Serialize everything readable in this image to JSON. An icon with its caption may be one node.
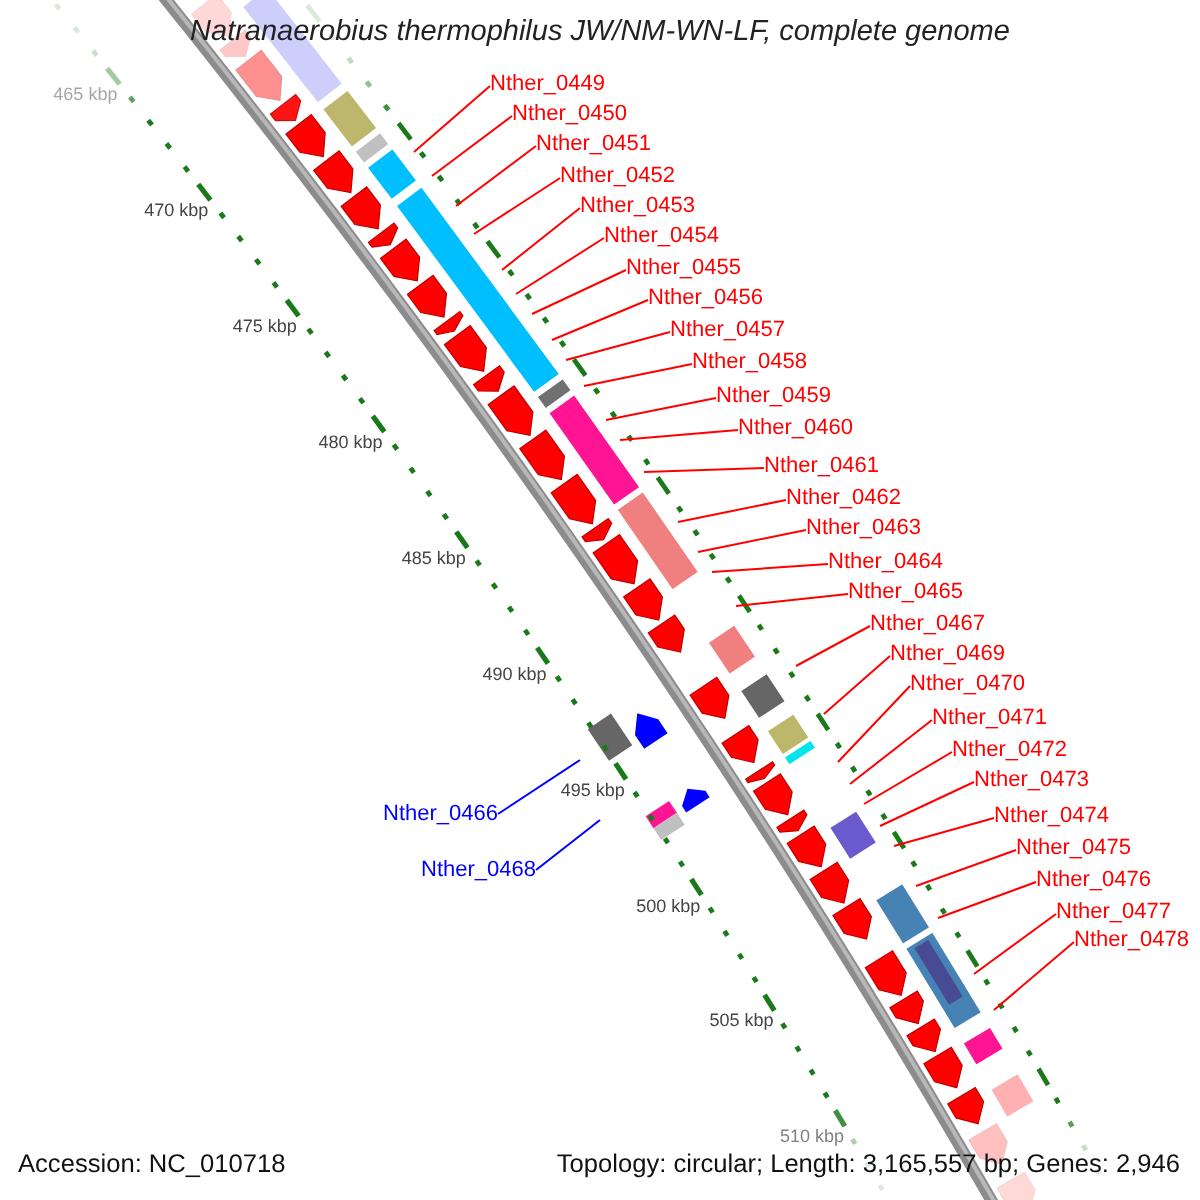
{
  "diagram": {
    "title": "Natranaerobius thermophilus JW/NM-WN-LF, complete genome",
    "nodes": [
      {
        "text": [
          "Nther_0449"
        ]
      },
      {
        "text": [
          "Nther_0450"
        ]
      },
      {
        "text": [
          "Nther_0451"
        ]
      },
      {
        "text": [
          "Nther_0452"
        ]
      },
      {
        "text": [
          "Nther_0453"
        ]
      },
      {
        "text": [
          "Nther_0454"
        ]
      },
      {
        "text": [
          "Nther_0455"
        ]
      },
      {
        "text": [
          "Nther_0456"
        ]
      },
      {
        "text": [
          "Nther_0457"
        ]
      },
      {
        "text": [
          "Nther_0458"
        ]
      },
      {
        "text": [
          "Nther_0459"
        ]
      },
      {
        "text": [
          "Nther_0460"
        ]
      },
      {
        "text": [
          "Nther_0461"
        ]
      },
      {
        "text": [
          "Nther_0462"
        ]
      },
      {
        "text": [
          "Nther_0463"
        ]
      },
      {
        "text": [
          "Nther_0464"
        ]
      },
      {
        "text": [
          "Nther_0465"
        ]
      },
      {
        "text": [
          "Nther_0467"
        ]
      },
      {
        "text": [
          "Nther_0469"
        ]
      },
      {
        "text": [
          "Nther_0470"
        ]
      },
      {
        "text": [
          "Nther_0471"
        ]
      },
      {
        "text": [
          "Nther_0472"
        ]
      },
      {
        "text": [
          "Nther_0473"
        ]
      },
      {
        "text": [
          "Nther_0466"
        ]
      },
      {
        "text": [
          "Nther_0474"
        ]
      },
      {
        "text": [
          "Nther_0475"
        ]
      },
      {
        "text": [
          "Nther_0468"
        ]
      },
      {
        "text": [
          "Nther_0476"
        ]
      },
      {
        "text": [
          "Nther_0477"
        ]
      },
      {
        "text": [
          "Nther_0478"
        ]
      }
    ],
    "edges": [
      {
        "from": 0,
        "to": null,
        "arrow": "none"
      },
      {
        "from": 1,
        "to": null,
        "arrow": "none"
      },
      {
        "from": 2,
        "to": null,
        "arrow": "none"
      },
      {
        "from": 3,
        "to": null,
        "arrow": "none"
      },
      {
        "from": 4,
        "to": null,
        "arrow": "none"
      },
      {
        "from": 5,
        "to": null,
        "arrow": "none"
      },
      {
        "from": 6,
        "to": null,
        "arrow": "none"
      },
      {
        "from": 7,
        "to": null,
        "arrow": "none"
      },
      {
        "from": 8,
        "to": null,
        "arrow": "none"
      },
      {
        "from": 9,
        "to": null,
        "arrow": "none"
      },
      {
        "from": 10,
        "to": null,
        "arrow": "none"
      },
      {
        "from": 11,
        "to": null,
        "arrow": "none"
      },
      {
        "from": 12,
        "to": null,
        "arrow": "none"
      },
      {
        "from": 13,
        "to": null,
        "arrow": "none"
      },
      {
        "from": 14,
        "to": null,
        "arrow": "none"
      },
      {
        "from": 15,
        "to": null,
        "arrow": "none"
      },
      {
        "from": 16,
        "to": null,
        "arrow": "none"
      },
      {
        "from": 17,
        "to": null,
        "arrow": "none"
      },
      {
        "from": 18,
        "to": null,
        "arrow": "none"
      },
      {
        "from": 19,
        "to": null,
        "arrow": "none"
      },
      {
        "from": 20,
        "to": null,
        "arrow": "none"
      },
      {
        "from": 21,
        "to": null,
        "arrow": "none"
      },
      {
        "from": 22,
        "to": null,
        "arrow": "none"
      },
      {
        "from": 23,
        "to": null,
        "arrow": "none",
        "color": "#0000ff"
      },
      {
        "from": 24,
        "to": null,
        "arrow": "none"
      },
      {
        "from": 25,
        "to": null,
        "arrow": "none"
      },
      {
        "from": 26,
        "to": null,
        "arrow": "none",
        "color": "#0000ff"
      },
      {
        "from": 27,
        "to": null,
        "arrow": "none"
      },
      {
        "from": 28,
        "to": null,
        "arrow": "none"
      },
      {
        "from": 29,
        "to": null,
        "arrow": "none"
      }
    ],
    "labels": [
      "465 kbp",
      "470 kbp",
      "475 kbp",
      "480 kbp",
      "485 kbp",
      "490 kbp",
      "495 kbp",
      "500 kbp",
      "505 kbp",
      "510 kbp",
      "Accession: NC_010718",
      "Topology: circular; Length: 3,165,557 bp; Genes: 2,946"
    ]
  }
}
